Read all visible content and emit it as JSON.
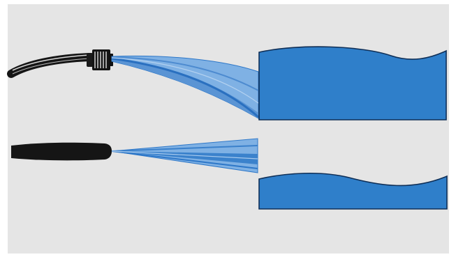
{
  "colors": {
    "background": "#e5e5e5",
    "outer_border": "#ffffff",
    "water_fill": "#2f7fca",
    "water_stroke": "#0f2f57",
    "spray_light": "#7fb1e4",
    "spray_mid": "#5d98d8",
    "spray_dark": "#2d77c8",
    "hose": "#141414",
    "hose_highlight": "#d9d9d9",
    "nozzle_black": "#151515"
  },
  "icons": {
    "hose": "garden-hose-icon",
    "nozzle_fitting": "hose-fitting-icon",
    "spray_arc": "arc-spray-icon",
    "spray_cone": "straight-spray-icon",
    "pressure_nozzle": "pressure-nozzle-icon",
    "water_block": "water-block-icon"
  },
  "rows": [
    {
      "id": "curved-spray-row",
      "spray": "arc"
    },
    {
      "id": "straight-spray-row",
      "spray": "cone"
    }
  ]
}
